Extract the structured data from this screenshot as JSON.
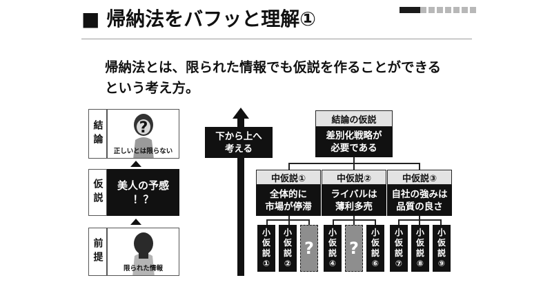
{
  "slide": {
    "title": "■ 帰納法をバフッと理解①",
    "lead_line1": "帰納法とは、限られた情報でも仮説を作ることができる",
    "lead_line2": "という考え方。"
  },
  "left": {
    "conclusion_label": "結論",
    "conclusion_caption": "正しいとは限らない",
    "hypothesis_label": "仮説",
    "hypothesis_line1": "美人の予感",
    "hypothesis_line2": "！？",
    "premise_label": "前提",
    "premise_caption": "限られた情報"
  },
  "arrow": {
    "line1": "下から上へ",
    "line2": "考える"
  },
  "tree": {
    "root_header": "結論の仮説",
    "root_line1": "差別化戦略が",
    "root_line2": "必要である",
    "mid": [
      {
        "header": "中仮説①",
        "line1": "全体的に",
        "line2": "市場が停滞"
      },
      {
        "header": "中仮説②",
        "line1": "ライバルは",
        "line2": "薄利多売"
      },
      {
        "header": "中仮説③",
        "line1": "自社の強みは",
        "line2": "品質の良さ"
      }
    ],
    "leaf_prefix": [
      "小",
      "仮",
      "説"
    ],
    "leaf_nums": [
      "①",
      "②",
      "④",
      "⑥",
      "⑦",
      "⑧",
      "⑨"
    ],
    "unknown_mark": "?"
  },
  "icons": {
    "figure_front": "woman-figure-question-icon",
    "figure_back": "woman-figure-back-icon"
  }
}
